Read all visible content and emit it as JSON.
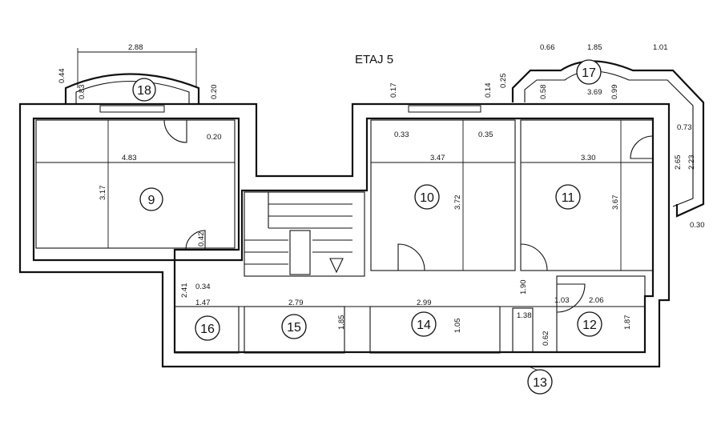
{
  "title": "ETAJ 5",
  "rooms": [
    "9",
    "10",
    "11",
    "12",
    "13",
    "14",
    "15",
    "16",
    "17",
    "18"
  ],
  "dimensions": {
    "balcony_width": "2.88",
    "balcony_left": "0.44",
    "balcony_depth": "0.83",
    "balcony_right": "0.20",
    "r9_door": "0.20",
    "r9_width": "4.83",
    "r9_depth": "3.17",
    "r9_niche": "0.42",
    "r10_left": "0.17",
    "r10_w1": "0.33",
    "r10_right": "0.14",
    "r10_w2": "0.35",
    "r10_width": "3.47",
    "r10_depth": "3.72",
    "r11_width": "3.30",
    "r11_depth": "3.67",
    "b17_a": "0.66",
    "b17_b": "1.85",
    "b17_c": "1.01",
    "b17_d": "0.25",
    "b17_e": "0.58",
    "b17_f": "3.69",
    "b17_g": "0.99",
    "b17_h": "0.73",
    "b17_i": "2.65",
    "b17_j": "2.23",
    "b17_k": "0.30",
    "r16_h": "2.41",
    "r16_a": "0.34",
    "r16_w": "1.47",
    "r15_w": "2.79",
    "r15_h": "1.85",
    "r14_w": "2.99",
    "r14_h": "1.05",
    "r13_h": "1.90",
    "r13_w": "1.38",
    "r13_d": "0.62",
    "r12_a": "1.03",
    "r12_w": "2.06",
    "r12_h": "1.87"
  }
}
